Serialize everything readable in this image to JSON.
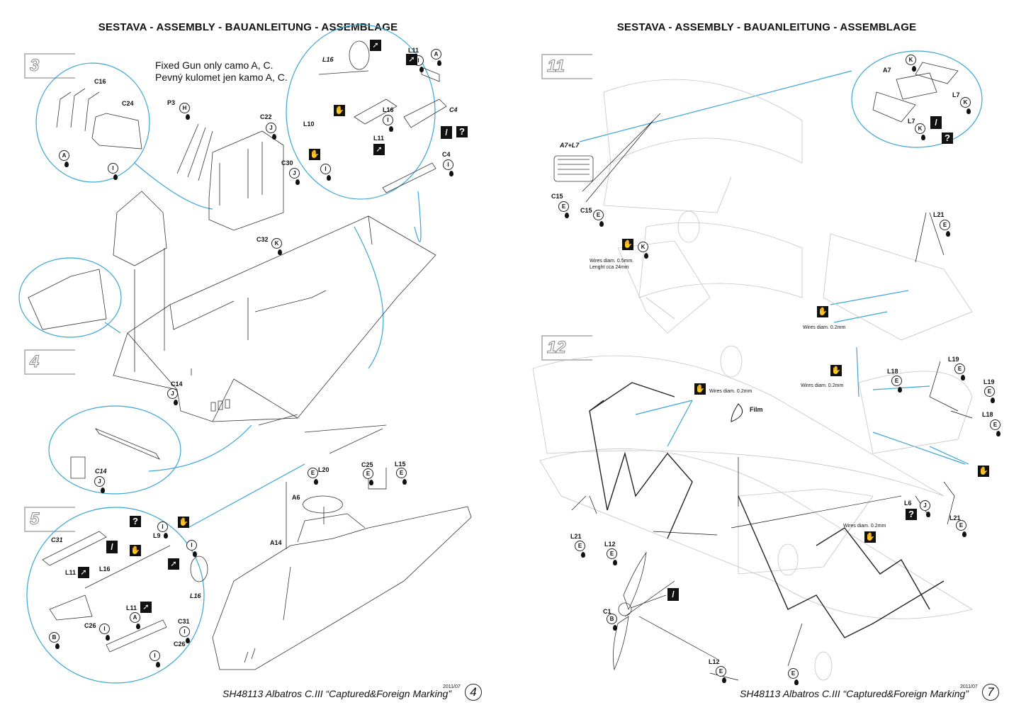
{
  "pages": {
    "left": {
      "header": "SESTAVA -  ASSEMBLY - BAUANLEITUNG - ASSEMBLAGE",
      "steps": [
        "3",
        "4",
        "5"
      ],
      "note_line1": "Fixed Gun only camo A, C.",
      "note_line2": "Pevný kulomet jen kamo A, C.",
      "labels": {
        "c16": "C16",
        "c24": "C24",
        "p3": "P3",
        "c22": "C22",
        "c30": "C30",
        "c32": "C32",
        "l16_top": "L16",
        "l11_top": "L11",
        "l10": "L10",
        "l16_mid": "L16",
        "c4_top": "C4",
        "l11_mid": "L11",
        "c4_bot": "C4",
        "c14": "C14",
        "c14_circle": "C14",
        "l20": "L20",
        "c25": "C25",
        "l15": "L15",
        "a6": "A6",
        "a14": "A14",
        "c31_top": "C31",
        "l9": "L9",
        "l11_low": "L11",
        "l16_low": "L16",
        "l16_low_i": "L16",
        "l11_bot": "L11",
        "c26_a": "C26",
        "c31_bot": "C31",
        "c26_b": "C26"
      },
      "badges": {
        "a1": "A",
        "i1": "I",
        "h": "H",
        "j1": "J",
        "j2": "J",
        "k1": "K",
        "a2": "A",
        "i2": "I",
        "i3": "I",
        "i4": "I",
        "i5": "I",
        "j3": "J",
        "j4": "J",
        "e1": "E",
        "e2": "E",
        "e3": "E",
        "i6": "I",
        "i7": "I",
        "i8": "I",
        "a3": "A",
        "b1": "B",
        "i9": "I",
        "i10": "I"
      },
      "footer": "SH48113 Albatros C.III “Captured&Foreign Marking”",
      "date": "2011/07",
      "page_number": "4"
    },
    "right": {
      "header": "SESTAVA -  ASSEMBLY - BAUANLEITUNG - ASSEMBLAGE",
      "steps": [
        "11",
        "12"
      ],
      "labels": {
        "a7l7": "A7+L7",
        "c15_a": "C15",
        "c15_b": "C15",
        "a7": "A7",
        "l7_a": "L7",
        "l7_b": "L7",
        "l21_top": "L21",
        "l19_a": "L19",
        "l18_a": "L18",
        "l19_b": "L19",
        "l18_b": "L18",
        "l6": "L6",
        "l21_right": "L21",
        "l21_left": "L21",
        "l12_a": "L12",
        "c1": "C1",
        "l12_b": "L12",
        "film": "Film"
      },
      "notes": {
        "wires_05": "Wires diam. 0.5mm.",
        "wires_05_b": "Lenght cca 24mm",
        "wires_02_a": "Wires diam. 0.2mm",
        "wires_02_b": "Wires diam. 0.2mm",
        "wires_02_c": "Wires diam. 0.2mm",
        "wires_02_d": "Wires diam. 0.2mm"
      },
      "badges": {
        "k1": "K",
        "k2": "K",
        "k3": "K",
        "e1": "E",
        "e2": "E",
        "k4": "K",
        "e3": "E",
        "e4": "E",
        "e5": "E",
        "e6": "E",
        "e7": "E",
        "j1": "J",
        "e8": "E",
        "e9": "E",
        "e10": "E",
        "b1": "B",
        "e11": "E",
        "e12": "E"
      },
      "footer": "SH48113 Albatros C.III “Captured&Foreign Marking”",
      "date": "2011/07",
      "page_number": "7"
    }
  }
}
